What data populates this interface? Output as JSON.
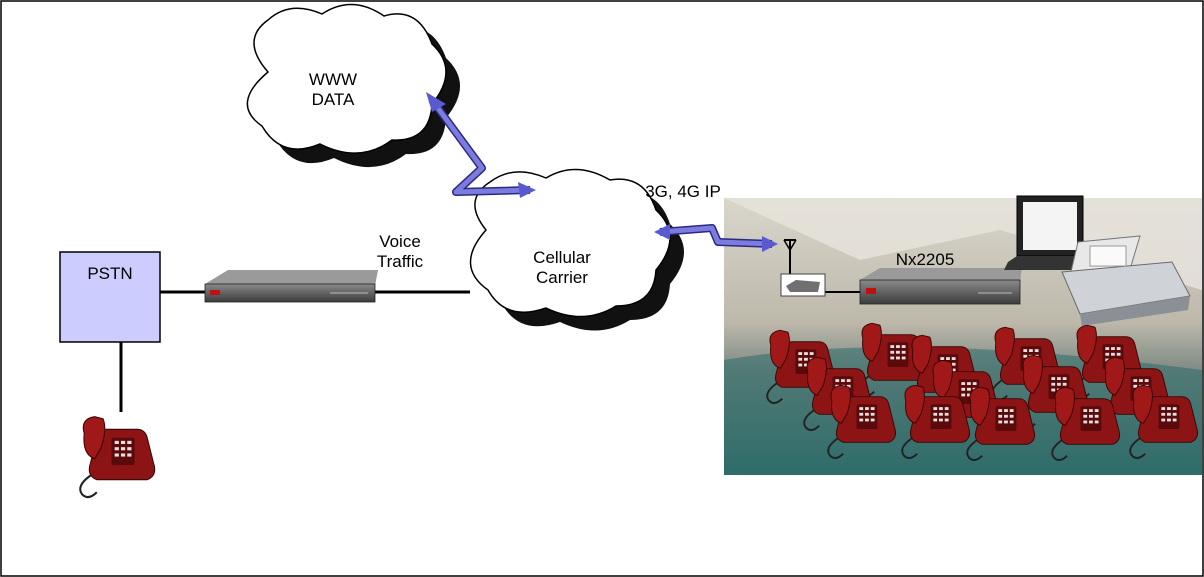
{
  "diagram": {
    "nodes": {
      "www": {
        "line1": "WWW",
        "line2": "DATA"
      },
      "cellular": {
        "line1": "Cellular",
        "line2": "Carrier"
      },
      "pstn": {
        "label": "PSTN"
      },
      "nx2205": {
        "label": "Nx2205"
      }
    },
    "edges": {
      "voice": {
        "line1": "Voice",
        "line2": "Traffic"
      },
      "ip": {
        "label": "3G, 4G IP"
      }
    },
    "colors": {
      "cloud_fill": "#ffffff",
      "cloud_shadow": "#111111",
      "pstn_fill": "#ccccff",
      "link": "#6a6ad0",
      "phone": "#8c1414",
      "rack": "#5a5a5a"
    }
  }
}
